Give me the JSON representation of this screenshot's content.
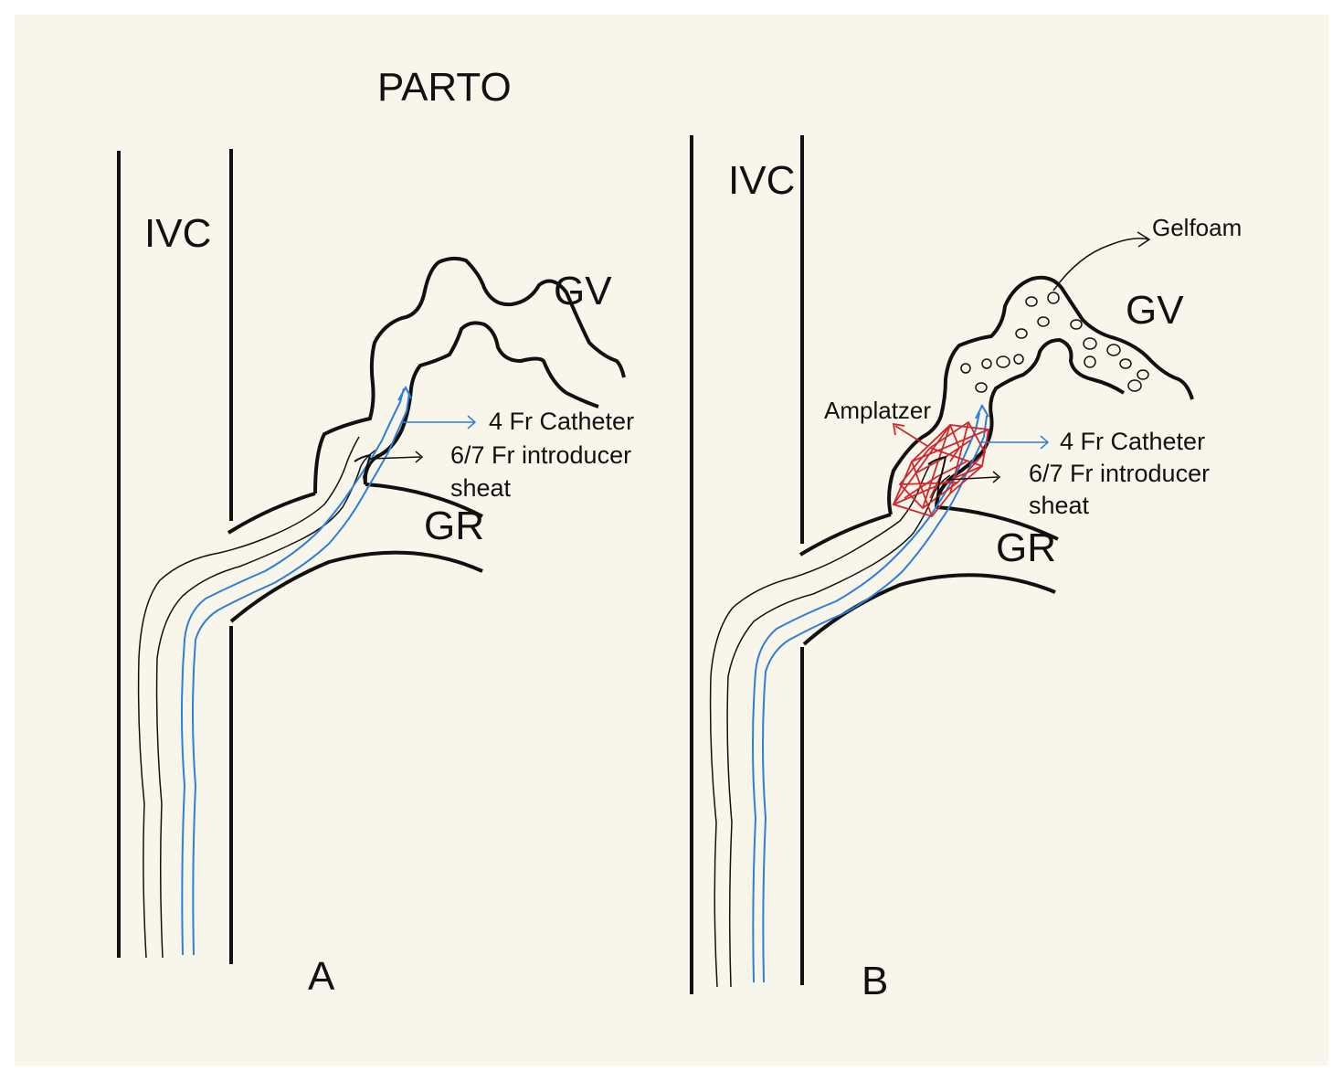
{
  "title": "PARTO",
  "colors": {
    "background": "#f8f6ea",
    "ink": "#111111",
    "catheter": "#2f7fd8",
    "device": "#d0272c"
  },
  "panel_a": {
    "letter": "A",
    "ivc": "IVC",
    "gv": "GV",
    "gr": "GR",
    "catheter_label": "4 Fr Catheter",
    "sheath_label_line1": "6/7 Fr introducer",
    "sheath_label_line2": "sheat"
  },
  "panel_b": {
    "letter": "B",
    "ivc": "IVC",
    "gv": "GV",
    "gr": "GR",
    "gelfoam_label": "Gelfoam",
    "amplatzer_label": "Amplatzer",
    "catheter_label": "4 Fr Catheter",
    "sheath_label_line1": "6/7 Fr introducer",
    "sheath_label_line2": "sheat"
  }
}
